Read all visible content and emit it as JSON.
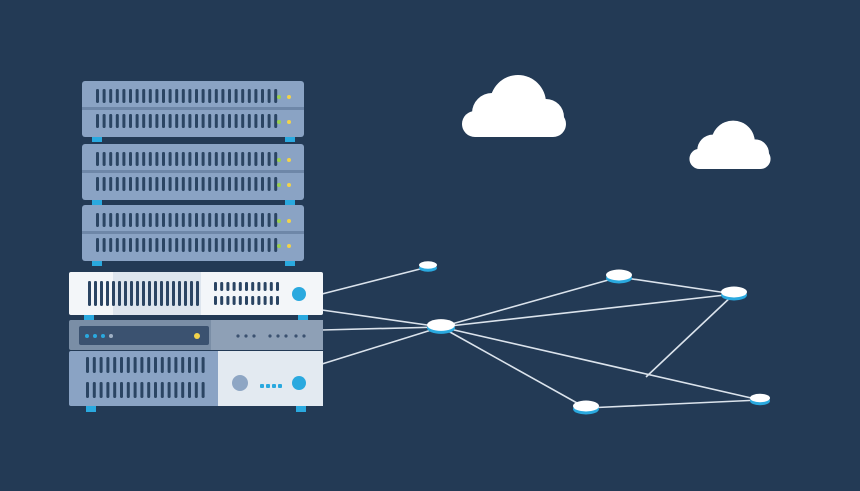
{
  "colors": {
    "background": "#233a55",
    "rack_unit": "#8aa3c4",
    "rack_unit_dark": "#6e87a8",
    "vent": "#2b4563",
    "led_green": "#9ad04e",
    "led_yellow": "#f2d34a",
    "accent": "#2aa9df",
    "panel_light": "#e3eaf1",
    "panel_white": "#f3f6f9",
    "panel_gray": "#7a8ea6",
    "link_line": "#dbe3ec",
    "cloud": "#ffffff",
    "node_top": "#ffffff",
    "node_rim": "#2aa9df"
  },
  "icons": {
    "cloud_large": "cloud-icon",
    "cloud_small": "cloud-icon",
    "network_node": "network-node-icon",
    "server": "server-icon"
  },
  "scene": {
    "server_units_stacked": 3,
    "network_nodes": 6,
    "clouds": 2
  }
}
